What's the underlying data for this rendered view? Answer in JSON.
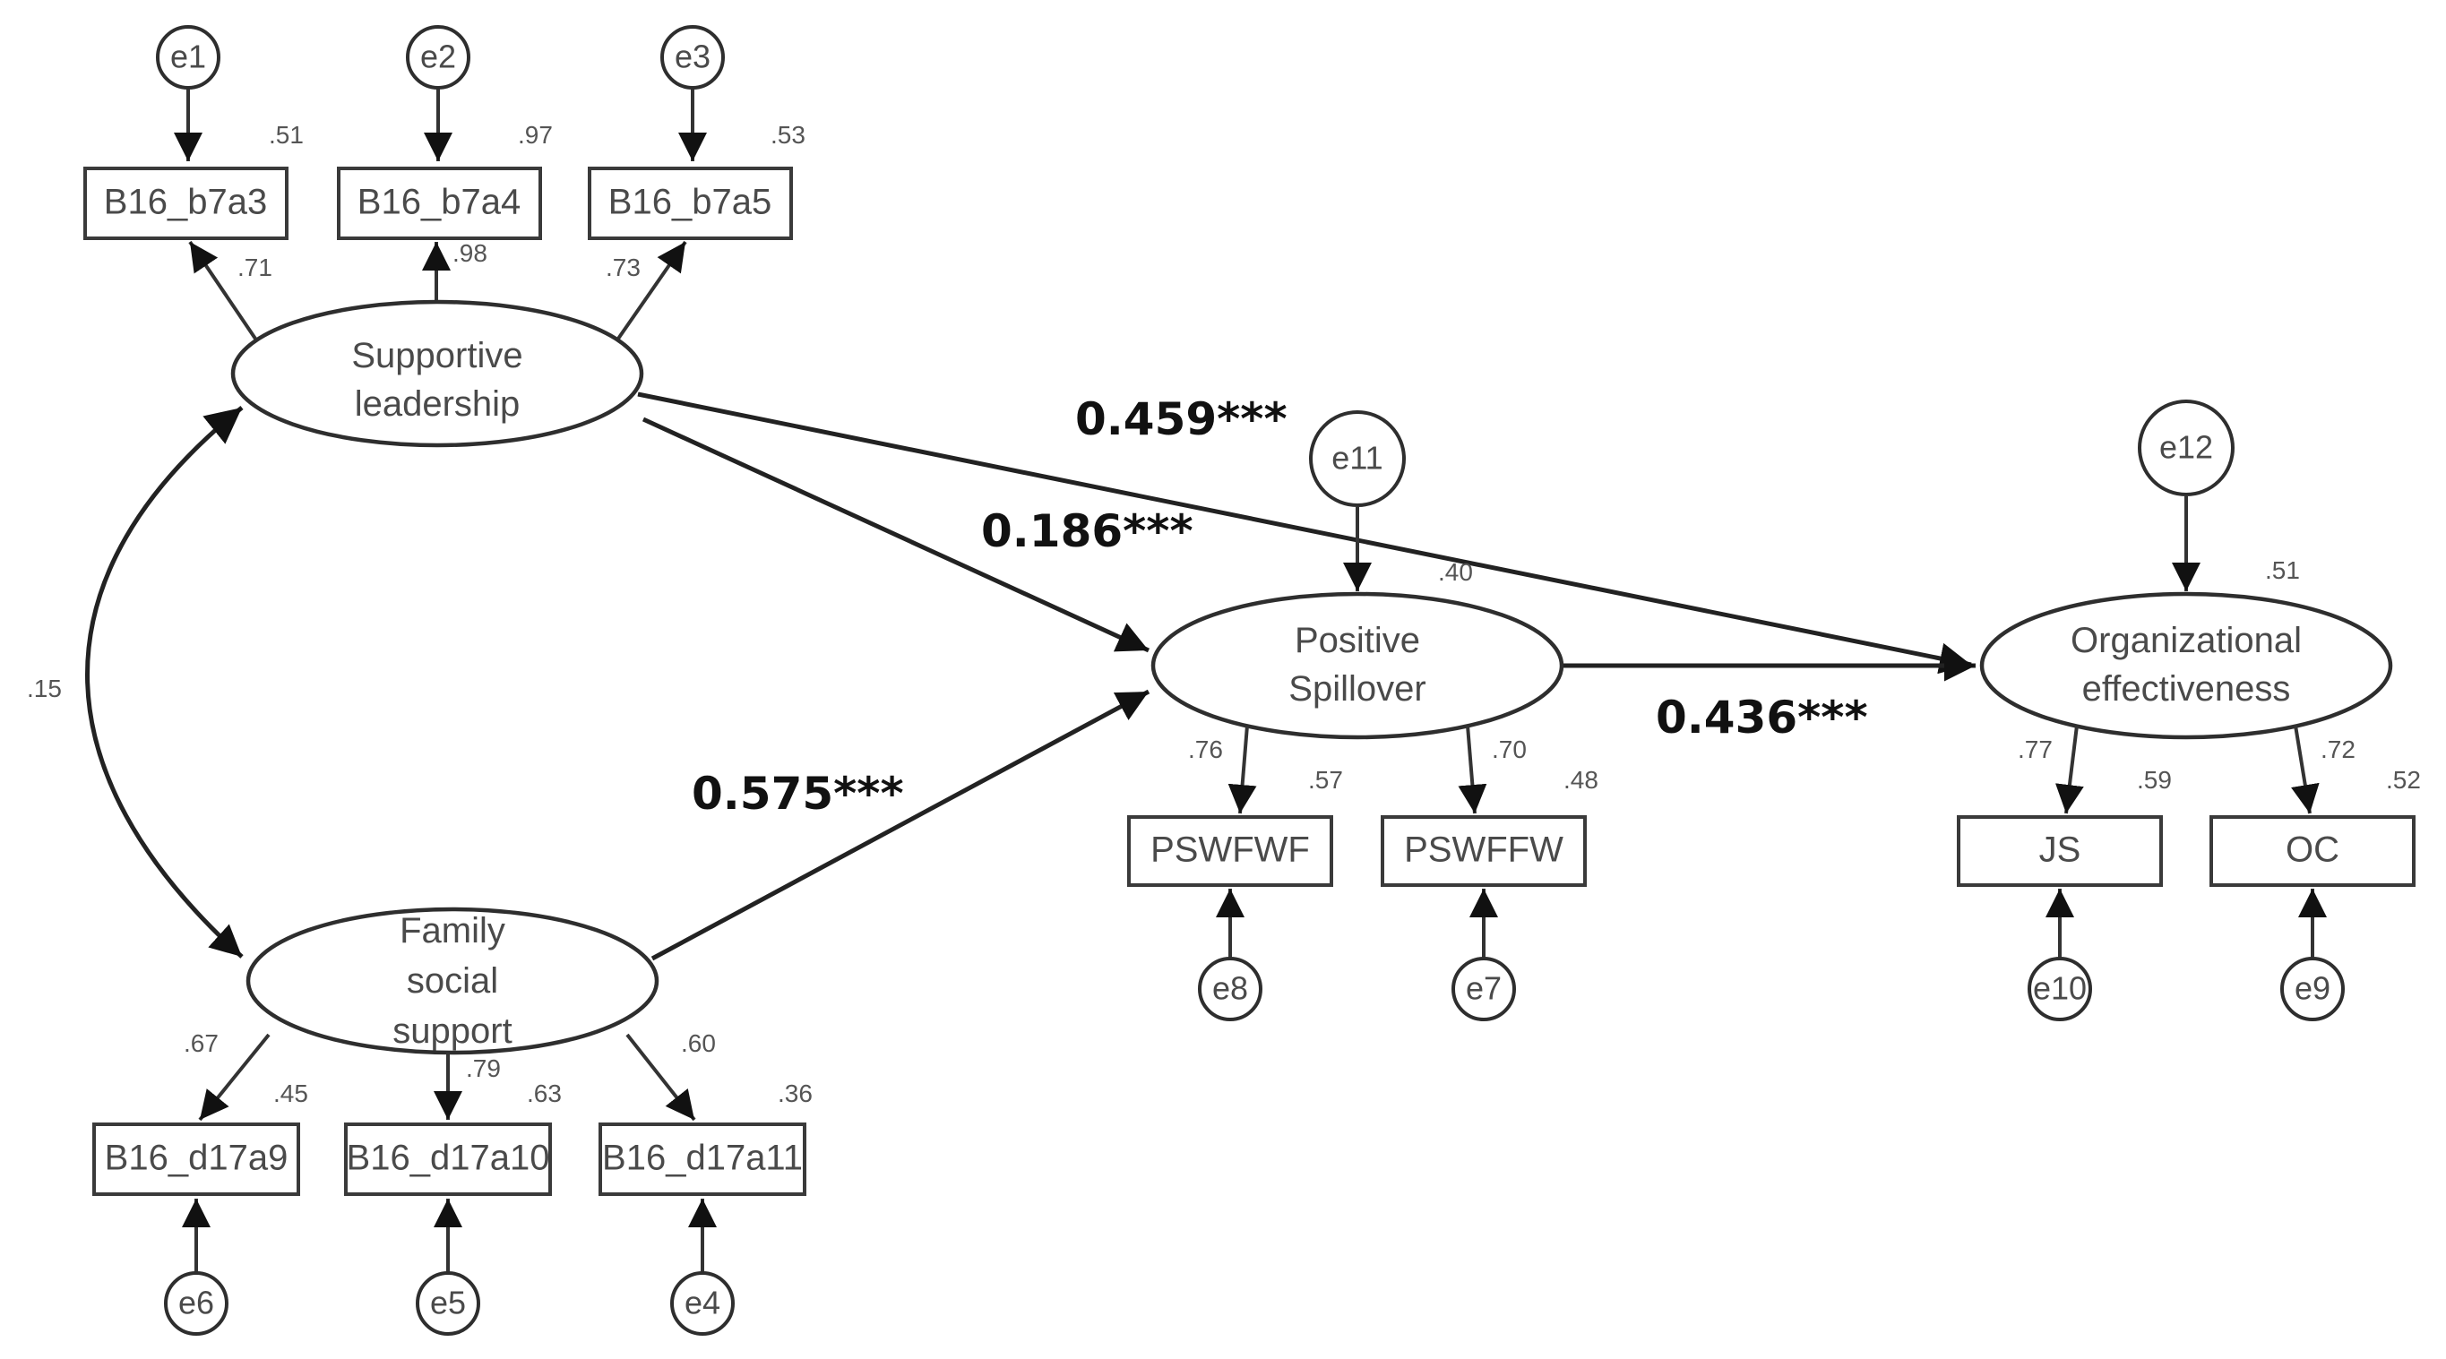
{
  "latents": {
    "supportive": {
      "line1": "Supportive",
      "line2": "leadership",
      "r2": ""
    },
    "family": {
      "line1": "Family",
      "line2": "social",
      "line3": "support",
      "r2": ""
    },
    "spillover": {
      "line1": "Positive",
      "line2": "Spillover",
      "r2": ".40"
    },
    "orgeff": {
      "line1": "Organizational",
      "line2": "effectiveness",
      "r2": ".51"
    }
  },
  "indicators": {
    "b7a3": {
      "label": "B16_b7a3",
      "r2": ".51",
      "loading": ".71",
      "error": "e1"
    },
    "b7a4": {
      "label": "B16_b7a4",
      "r2": ".97",
      "loading": ".98",
      "error": "e2"
    },
    "b7a5": {
      "label": "B16_b7a5",
      "r2": ".53",
      "loading": ".73",
      "error": "e3"
    },
    "d17a9": {
      "label": "B16_d17a9",
      "r2": ".45",
      "loading": ".67",
      "error": "e6"
    },
    "d17a10": {
      "label": "B16_d17a10",
      "r2": ".63",
      "loading": ".79",
      "error": "e5"
    },
    "d17a11": {
      "label": "B16_d17a11",
      "r2": ".36",
      "loading": ".60",
      "error": "e4"
    },
    "pswfwf": {
      "label": "PSWFWF",
      "r2": ".57",
      "loading": ".76",
      "error": "e8"
    },
    "pswffw": {
      "label": "PSWFFW",
      "r2": ".48",
      "loading": ".70",
      "error": "e7"
    },
    "js": {
      "label": "JS",
      "r2": ".59",
      "loading": ".77",
      "error": "e10"
    },
    "oc": {
      "label": "OC",
      "r2": ".52",
      "loading": ".72",
      "error": "e9"
    }
  },
  "structural_errors": {
    "spillover": "e11",
    "orgeff": "e12"
  },
  "correlation": ".15",
  "paths": {
    "sl_to_oe": "0.459***",
    "sl_to_ps": "0.186***",
    "fs_to_ps": "0.575***",
    "ps_to_oe": "0.436***"
  }
}
